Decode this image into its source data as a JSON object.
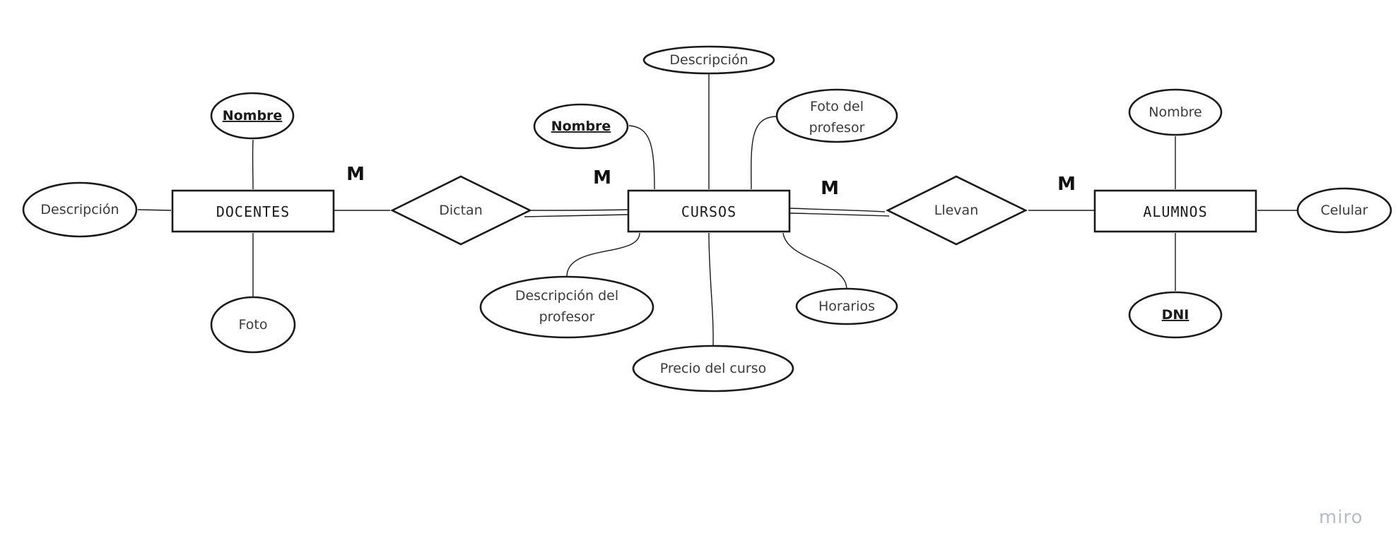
{
  "entities": {
    "docentes": "DOCENTES",
    "cursos": "CURSOS",
    "alumnos": "ALUMNOS"
  },
  "relationships": {
    "dictan": "Dictan",
    "llevan": "Llevan"
  },
  "cardinality": {
    "m1": "M",
    "m2": "M",
    "m3": "M",
    "m4": "M"
  },
  "attributes": {
    "docentes_nombre": "Nombre",
    "docentes_descripcion": "Descripción",
    "docentes_foto": "Foto",
    "cursos_descripcion": "Descripción",
    "cursos_nombre": "Nombre",
    "cursos_foto_profesor_1": "Foto del",
    "cursos_foto_profesor_2": "profesor",
    "cursos_desc_profesor_1": "Descripción del",
    "cursos_desc_profesor_2": "profesor",
    "cursos_precio": "Precio del curso",
    "cursos_horarios": "Horarios",
    "alumnos_nombre": "Nombre",
    "alumnos_celular": "Celular",
    "alumnos_dni": "DNI"
  },
  "watermark": "miro"
}
